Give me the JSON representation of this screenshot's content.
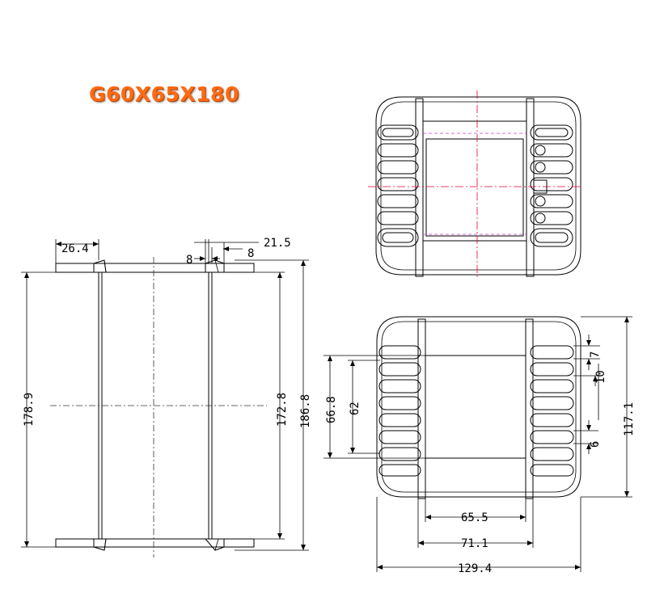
{
  "title": "G60X65X180",
  "dims": {
    "front_left_flange": "26.4",
    "front_right_flange": "21.5",
    "front_gap_a": "8",
    "front_gap_b": "8",
    "front_height_total": "178.9",
    "front_height_inner": "172.8",
    "front_height_outer": "186.8",
    "top_height_a": "66.8",
    "top_height_b": "62",
    "top_pitch_a": "7",
    "top_pitch_b": "10",
    "top_slot": "6",
    "top_height_c": "117.1",
    "top_width_a": "65.5",
    "top_width_b": "71.1",
    "top_width_c": "129.4"
  },
  "colors": {
    "title": "#ff6a13",
    "centerline_red": "#e8002a",
    "hidden_purple": "#c040c0"
  }
}
